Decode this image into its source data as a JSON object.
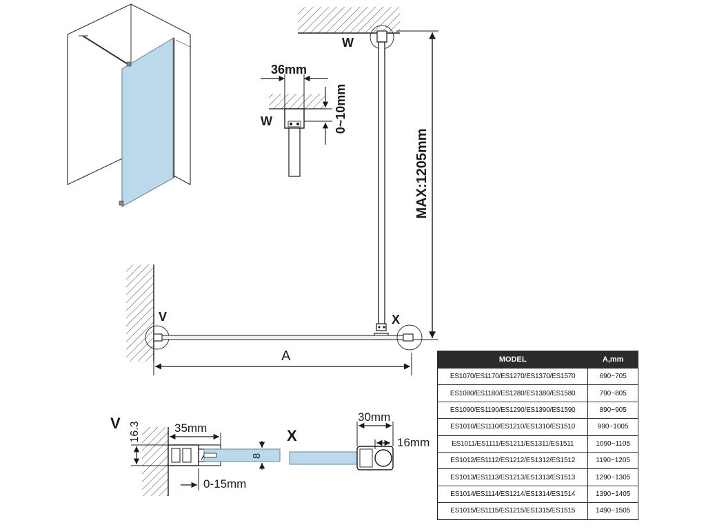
{
  "labels": {
    "w_top": "W",
    "w_detail": "W",
    "v_plan": "V",
    "x_plan": "X",
    "a_dim": "A",
    "v_section": "V",
    "x_section": "X"
  },
  "dimensions": {
    "max_height": "MAX:1205mm",
    "bracket_width": "36mm",
    "bracket_adjust": "0~10mm",
    "v_profile_width": "35mm",
    "v_profile_depth": "16.3",
    "glass_thickness": "8",
    "v_adjust": "0-15mm",
    "x_width": "30mm",
    "x_diameter": "16mm"
  },
  "table": {
    "header_model": "MODEL",
    "header_range": "A,mm",
    "rows": [
      {
        "model": "ES1070/ES1170/ES1270/ES1370/ES1570",
        "range": "690~705"
      },
      {
        "model": "ES1080/ES1180/ES1280/ES1380/ES1580",
        "range": "790~805"
      },
      {
        "model": "ES1090/ES1190/ES1290/ES1390/ES1590",
        "range": "890~905"
      },
      {
        "model": "ES1010/ES1110/ES1210/ES1310/ES1510",
        "range": "990~1005"
      },
      {
        "model": "ES1011/ES1111/ES1211/ES1311/ES1511",
        "range": "1090~1105"
      },
      {
        "model": "ES1012/ES1112/ES1212/ES1312/ES1512",
        "range": "1190~1205"
      },
      {
        "model": "ES1013/ES1113/ES1213/ES1313/ES1513",
        "range": "1290~1305"
      },
      {
        "model": "ES1014/ES1114/ES1214/ES1314/ES1514",
        "range": "1390~1405"
      },
      {
        "model": "ES1015/ES1115/ES1215/ES1315/ES1515",
        "range": "1490~1505"
      }
    ]
  },
  "colors": {
    "line": "#1a1a1a",
    "glass": "#bcd9ec",
    "glass_edge": "#6d8ea3",
    "table_header": "#2b2b2b"
  }
}
